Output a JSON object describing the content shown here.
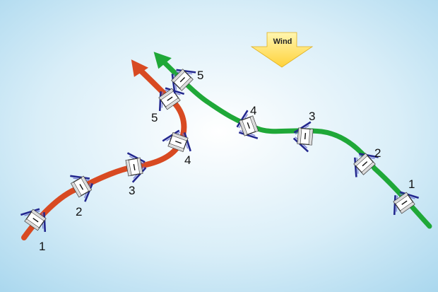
{
  "wind": {
    "label": "Wind"
  },
  "colors": {
    "red_path": "#d84a22",
    "green_path": "#1fa838",
    "wind_arrow": "#ffd94a",
    "sail": "#2a2f9a",
    "board": "#ffffff"
  },
  "red_path": {
    "labels": [
      "1",
      "2",
      "3",
      "4",
      "5"
    ]
  },
  "green_path": {
    "labels": [
      "1",
      "2",
      "3",
      "4",
      "5"
    ]
  }
}
